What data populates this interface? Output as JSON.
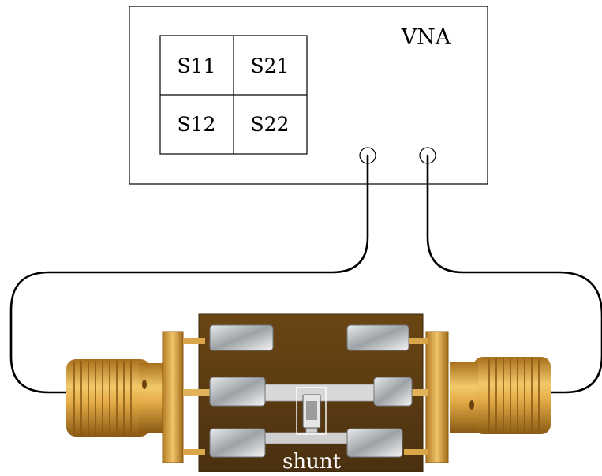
{
  "instrument": {
    "label": "VNA",
    "s_params": {
      "s11": "S11",
      "s21": "S21",
      "s12": "S12",
      "s22": "S22"
    }
  },
  "dut": {
    "component_label": "shunt"
  },
  "colors": {
    "line": "#000000",
    "pcb": "#5a3a10",
    "copper": "#c49338",
    "solder": "#b8bcc0",
    "trace": "#d8d8d8",
    "connector_gold": "#d6a03c",
    "label_light": "#ffffff"
  }
}
